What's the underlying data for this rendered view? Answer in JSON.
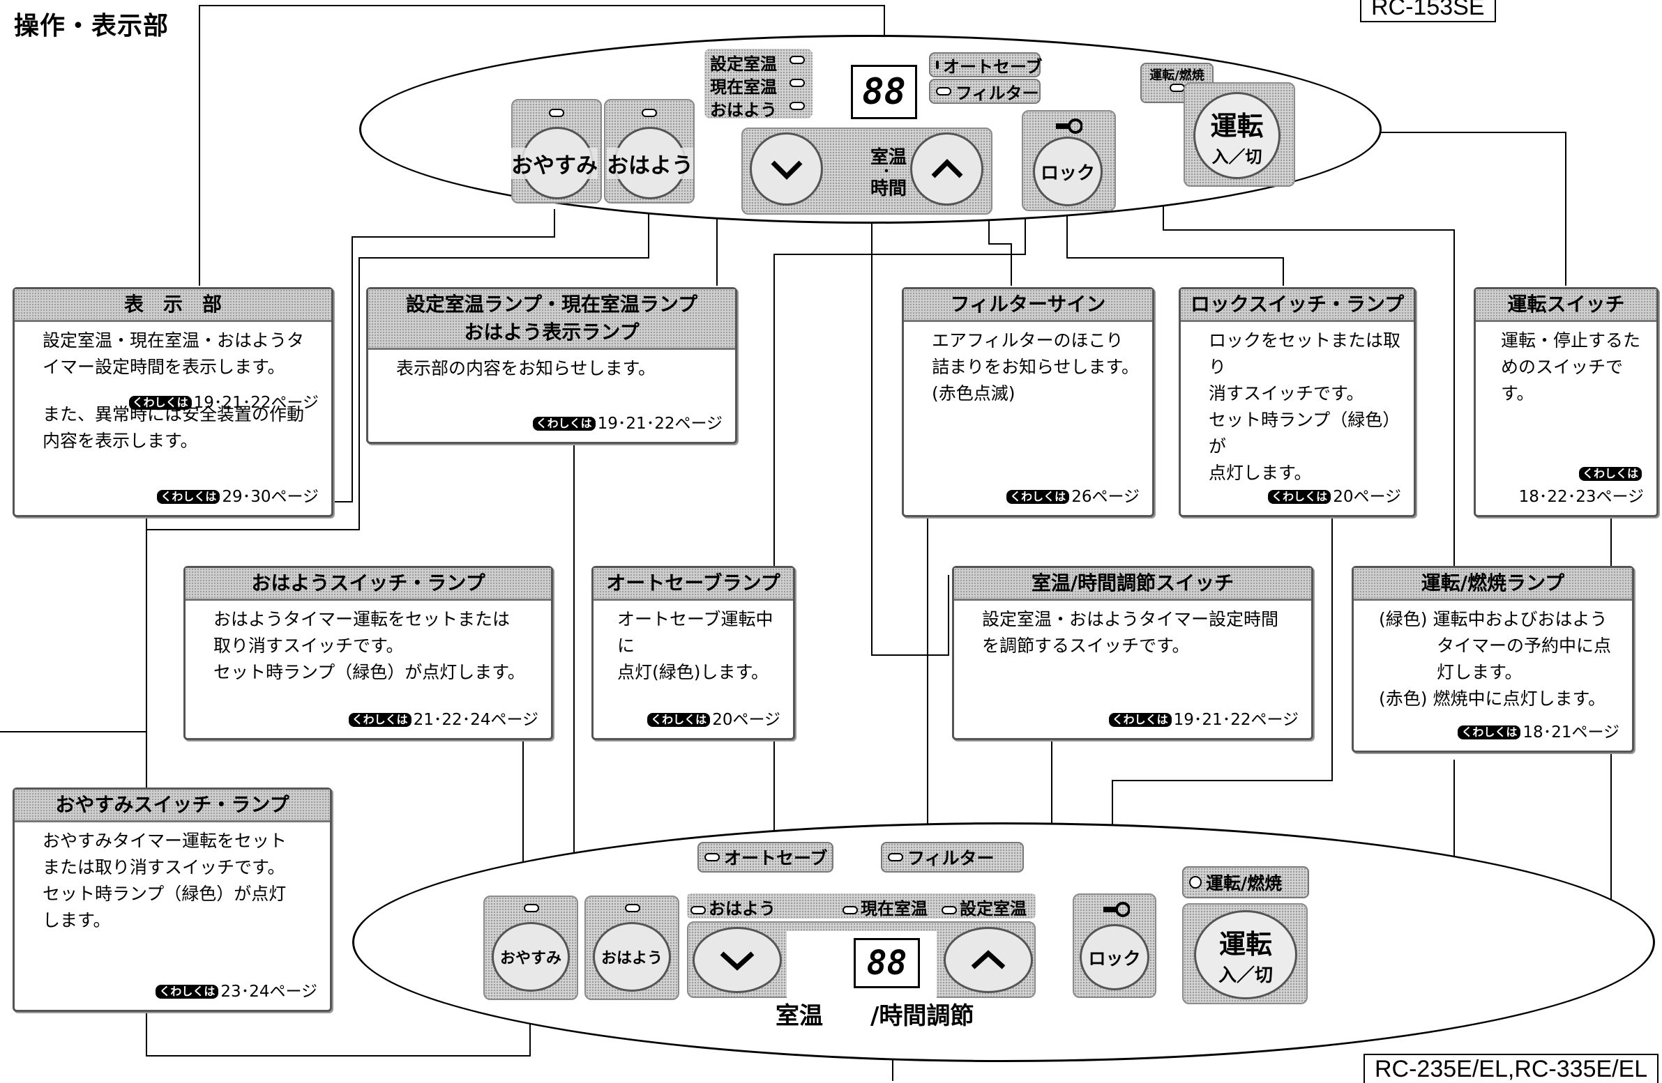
{
  "page_title": "操作・表示部",
  "model_top": "RC-153SE",
  "model_bottom": "RC-235E/EL,RC-335E/EL",
  "ref_badge": "くわしくは",
  "top_panel": {
    "oyasumi": "おやすみ",
    "ohayou": "おはよう",
    "lamp_settei": "設定室温",
    "lamp_genzai": "現在室温",
    "lamp_ohayou": "おはよう",
    "display": "88",
    "autosave": "オートセーブ",
    "filter": "フィルター",
    "adjust_label_1": "室温",
    "adjust_label_2": "・",
    "adjust_label_3": "時間",
    "lock": "ロック",
    "run_lamp": "運転/燃焼",
    "run_main": "運転",
    "run_sub": "入／切"
  },
  "bottom_panel": {
    "autosave": "オートセーブ",
    "filter": "フィルター",
    "lamp_ohayou": "おはよう",
    "lamp_genzai": "現在室温",
    "lamp_settei": "設定室温",
    "oyasumi": "おやすみ",
    "ohayou": "おはよう",
    "display": "88",
    "adjust_label": "室温　　/時間調節",
    "lock": "ロック",
    "run_lamp": "運転/燃焼",
    "run_main": "運転",
    "run_sub": "入／切"
  },
  "callouts": {
    "display": {
      "title": "表　示　部",
      "body1": "設定室温・現在室温・おはようタ\nイマー設定時間を表示します。",
      "ref1": "19･21･22ページ",
      "body2": "また、異常時には安全装置の作動\n内容を表示します。",
      "ref2": "29･30ページ"
    },
    "lamps": {
      "title": "設定室温ランプ・現在室温ランプ\nおはよう表示ランプ",
      "body": "表示部の内容をお知らせします。",
      "ref": "19･21･22ページ"
    },
    "filter": {
      "title": "フィルターサイン",
      "body": "エアフィルターのほこり\n詰まりをお知らせします。\n(赤色点滅)",
      "ref": "26ページ"
    },
    "lock": {
      "title": "ロックスイッチ・ランプ",
      "body": "ロックをセットまたは取り\n消すスイッチです。\nセット時ランプ（緑色）が\n点灯します。",
      "ref": "20ページ"
    },
    "run": {
      "title": "運転スイッチ",
      "body": "運転・停止するた\nめのスイッチです。",
      "ref": "18･22･23ページ"
    },
    "ohayou": {
      "title": "おはようスイッチ・ランプ",
      "body": "おはようタイマー運転をセットまたは\n取り消すスイッチです。\nセット時ランプ（緑色）が点灯します。",
      "ref": "21･22･24ページ"
    },
    "autosave": {
      "title": "オートセーブランプ",
      "body": "オートセーブ運転中に\n点灯(緑色)します。",
      "ref": "20ページ"
    },
    "adjust": {
      "title": "室温/時間調節スイッチ",
      "body": "設定室温・おはようタイマー設定時間\nを調節するスイッチです。",
      "ref": "19･21･22ページ"
    },
    "burn": {
      "title": "運転/燃焼ランプ",
      "body": "(緑色) 運転中およびおはよう\n　　　 タイマーの予約中に点\n　　　 灯します。\n(赤色) 燃焼中に点灯します。",
      "ref": "18･21ページ"
    },
    "oyasumi": {
      "title": "おやすみスイッチ・ランプ",
      "body": "おやすみタイマー運転をセット\nまたは取り消すスイッチです。\nセット時ランプ（緑色）が点灯\nします。",
      "ref": "23･24ページ"
    }
  }
}
